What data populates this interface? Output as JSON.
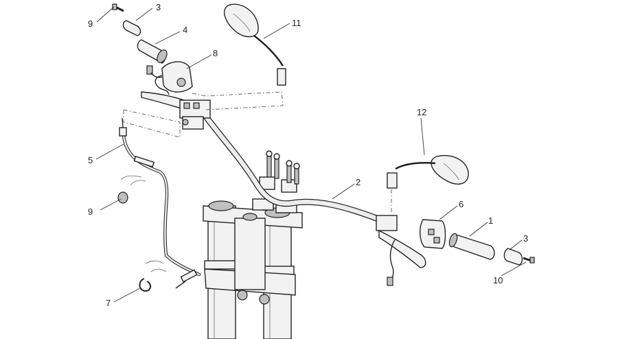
{
  "callouts": [
    {
      "id": "c1",
      "label": "1"
    },
    {
      "id": "c2",
      "label": "2"
    },
    {
      "id": "c3a",
      "label": "3"
    },
    {
      "id": "c3b",
      "label": "3"
    },
    {
      "id": "c4",
      "label": "4"
    },
    {
      "id": "c5",
      "label": "5"
    },
    {
      "id": "c6",
      "label": "6"
    },
    {
      "id": "c7",
      "label": "7"
    },
    {
      "id": "c8",
      "label": "8"
    },
    {
      "id": "c9a",
      "label": "9"
    },
    {
      "id": "c9b",
      "label": "9"
    },
    {
      "id": "c10",
      "label": "10"
    },
    {
      "id": "c11",
      "label": "11"
    },
    {
      "id": "c12",
      "label": "12"
    }
  ],
  "colors": {
    "line": "#222222",
    "background": "#ffffff"
  }
}
